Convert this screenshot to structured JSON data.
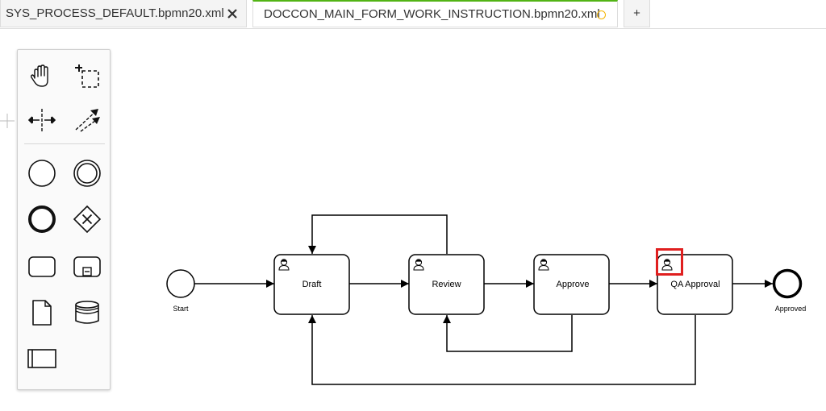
{
  "tabs": [
    {
      "label": "SYS_PROCESS_DEFAULT.bpmn20.xml",
      "state": "closable"
    },
    {
      "label": "DOCCON_MAIN_FORM_WORK_INSTRUCTION.bpmn20.xml",
      "state": "unsaved"
    }
  ],
  "new_tab_label": "+",
  "palette": {
    "tools": [
      "hand-tool",
      "lasso-tool",
      "space-tool",
      "global-connect-tool",
      "start-event",
      "intermediate-event",
      "end-event",
      "gateway",
      "task",
      "subprocess",
      "data-object",
      "data-store",
      "pool"
    ]
  },
  "diagram": {
    "start_event": "Start",
    "end_event": "Approved",
    "tasks": [
      "Draft",
      "Review",
      "Approve",
      "QA Approval"
    ]
  },
  "colors": {
    "active_tab_accent": "#52b415",
    "unsaved_dot": "#f5b400",
    "highlight": "#e01f1f"
  }
}
